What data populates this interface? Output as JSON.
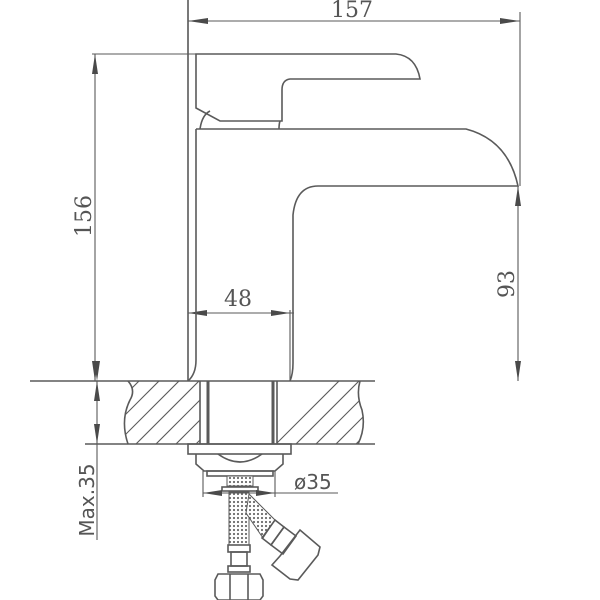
{
  "drawing": {
    "subject": "basin faucet technical drawing",
    "units": "mm",
    "line_color": "#5a5a5a",
    "background": "#ffffff"
  },
  "dimensions": {
    "overall_width": "157",
    "overall_height": "156",
    "spout_height": "93",
    "body_width": "48",
    "connection_diameter": "ø35",
    "max_counter_thickness": "Max.35"
  }
}
